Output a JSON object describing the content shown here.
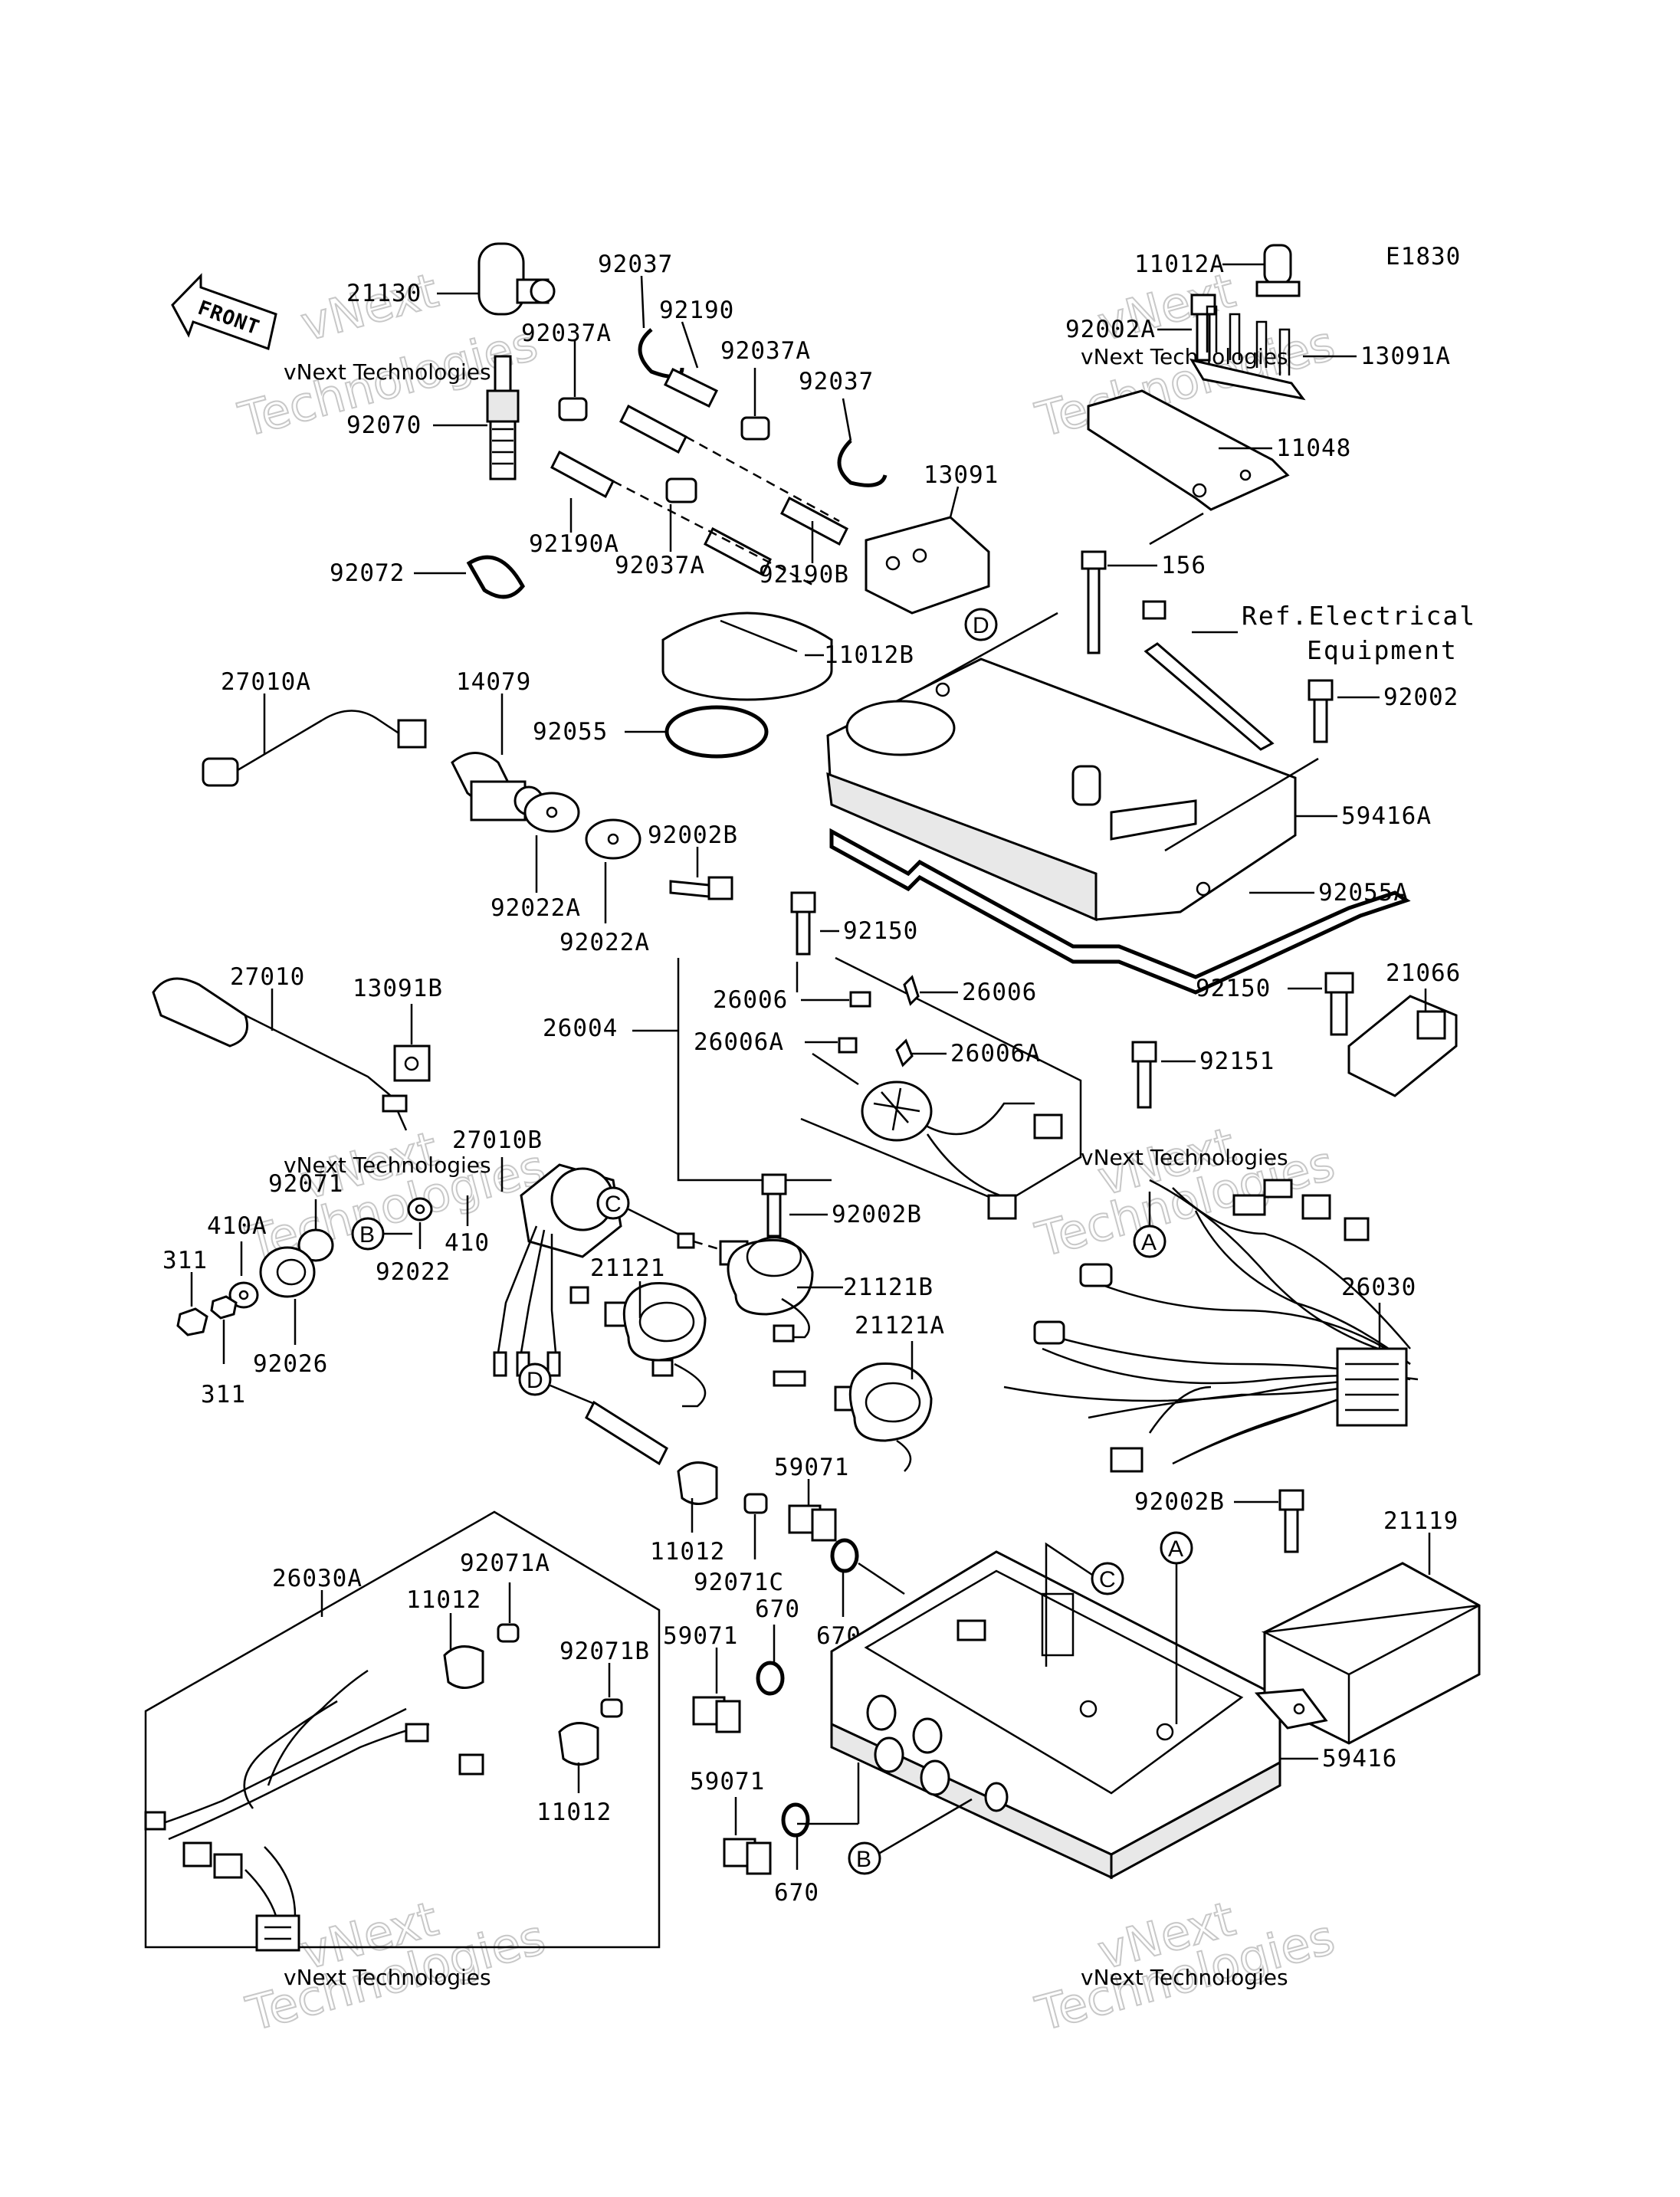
{
  "diagram_code": "E1830",
  "front_label": "FRONT",
  "reference_note": [
    "Ref.Electrical",
    "Equipment"
  ],
  "watermark": {
    "line1": "vNext Technologies",
    "line2": "Technologies",
    "line3": "vNext"
  },
  "parts": {
    "p21130": "21130",
    "p92037_a": "92037",
    "p92190": "92190",
    "p92037A_a": "92037A",
    "p92037A_b": "92037A",
    "p92037_b": "92037",
    "p92070": "92070",
    "p92190A": "92190A",
    "p92037A_c": "92037A",
    "p92190B": "92190B",
    "p13091": "13091",
    "p92072": "92072",
    "p11012A": "11012A",
    "p92002A": "92002A",
    "p13091A": "13091A",
    "p11048": "11048",
    "p156": "156",
    "p11012B": "11012B",
    "p27010A": "27010A",
    "p14079": "14079",
    "p92055": "92055",
    "p92002": "92002",
    "p59416A": "59416A",
    "p92002B_a": "92002B",
    "p92022A_a": "92022A",
    "p92022A_b": "92022A",
    "p92150_a": "92150",
    "p92055A": "92055A",
    "p27010": "27010",
    "p13091B": "13091B",
    "p26004": "26004",
    "p26006_a": "26006",
    "p26006_b": "26006",
    "p26006A_a": "26006A",
    "p26006A_b": "26006A",
    "p92150_b": "92150",
    "p21066": "21066",
    "p27010B": "27010B",
    "p92151": "92151",
    "p92071": "92071",
    "p410A": "410A",
    "p410": "410",
    "p92022": "92022",
    "p311_a": "311",
    "p311_b": "311",
    "p92026": "92026",
    "p92002B_b": "92002B",
    "p21121": "21121",
    "p21121B": "21121B",
    "p21121A": "21121A",
    "p26030": "26030",
    "p26030A": "26030A",
    "p92071A": "92071A",
    "p11012_a": "11012",
    "p92071B": "92071B",
    "p11012_b": "11012",
    "p11012_c": "11012",
    "p92071C": "92071C",
    "p59071_a": "59071",
    "p670_a": "670",
    "p670_b": "670",
    "p59071_b": "59071",
    "p59071_c": "59071",
    "p670_c": "670",
    "p92002B_c": "92002B",
    "p21119": "21119",
    "p59416": "59416"
  },
  "callouts": {
    "A": "A",
    "B": "B",
    "C": "C",
    "D": "D"
  }
}
